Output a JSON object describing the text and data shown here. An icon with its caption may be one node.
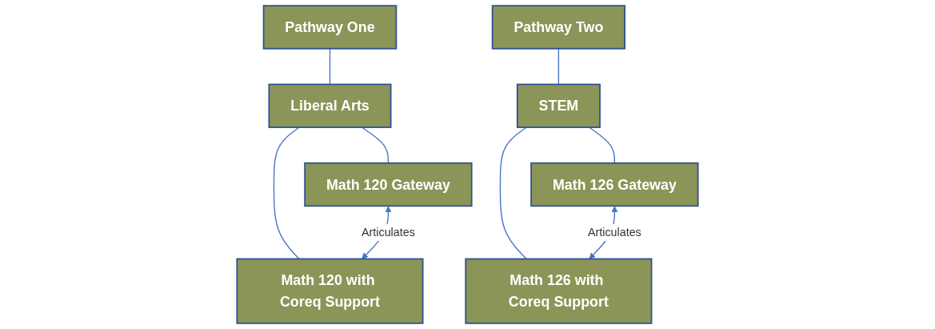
{
  "diagram": {
    "nodes": [
      {
        "text": [
          "Pathway One"
        ]
      },
      {
        "text": [
          "Liberal Arts"
        ]
      },
      {
        "text": [
          "Math 120 Gateway"
        ]
      },
      {
        "text": [
          "Math 120 with Coreq Support"
        ]
      },
      {
        "text": [
          "Pathway Two"
        ]
      },
      {
        "text": [
          "STEM"
        ]
      },
      {
        "text": [
          "Math 126 Gateway"
        ]
      },
      {
        "text": [
          "Math 126 with Coreq Support"
        ]
      }
    ],
    "edges": [
      {
        "from": 0,
        "to": 1,
        "arrow": "none"
      },
      {
        "from": 1,
        "to": 2,
        "arrow": "none"
      },
      {
        "from": 1,
        "to": 3,
        "arrow": "none"
      },
      {
        "from": 2,
        "to": 3,
        "arrow": "both",
        "label": "Articulates"
      },
      {
        "from": 4,
        "to": 5,
        "arrow": "none"
      },
      {
        "from": 5,
        "to": 6,
        "arrow": "none"
      },
      {
        "from": 5,
        "to": 7,
        "arrow": "none"
      },
      {
        "from": 6,
        "to": 7,
        "arrow": "both",
        "label": "Articulates"
      }
    ]
  }
}
